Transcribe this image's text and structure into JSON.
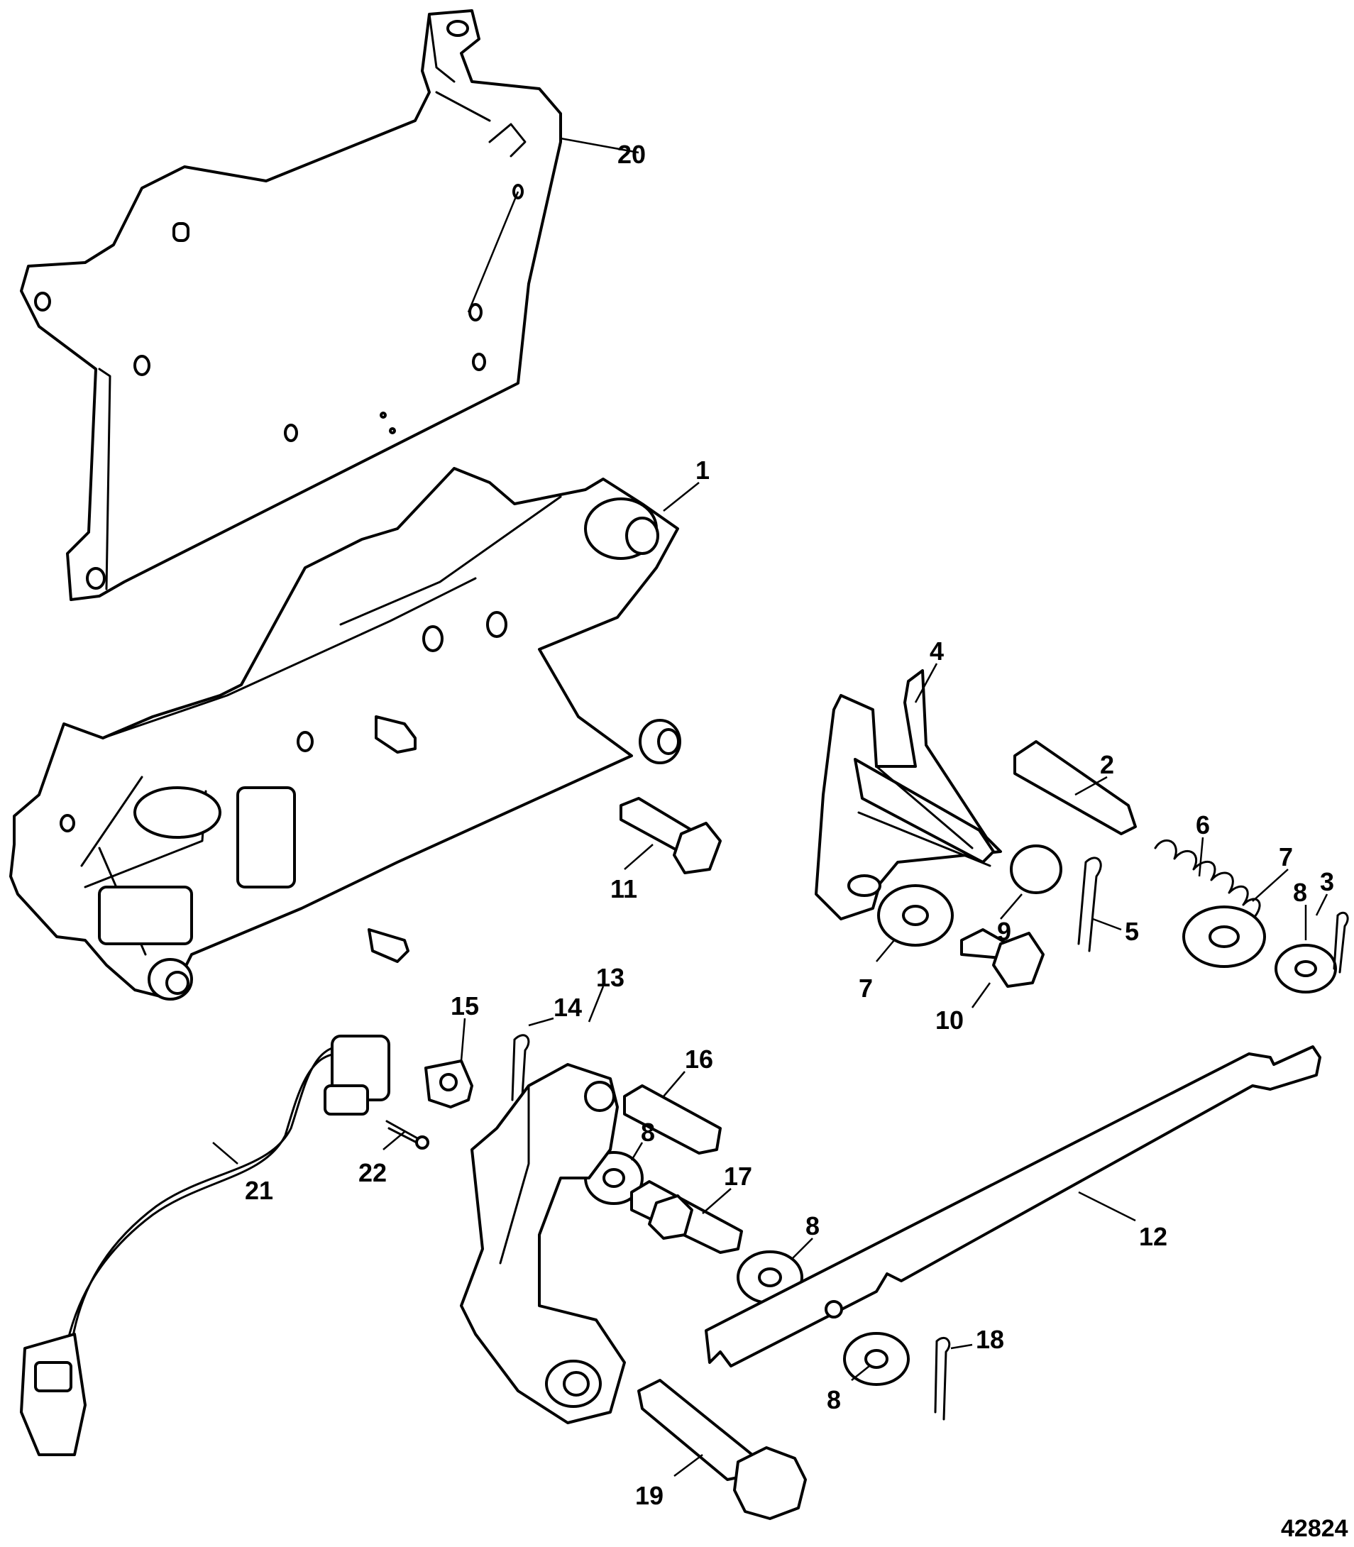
{
  "figure_number": "42824",
  "callouts": [
    "1",
    "2",
    "3",
    "4",
    "5",
    "6",
    "7",
    "7",
    "8",
    "8",
    "8",
    "8",
    "9",
    "10",
    "11",
    "12",
    "13",
    "14",
    "15",
    "16",
    "17",
    "18",
    "19",
    "20",
    "21",
    "22"
  ],
  "part_icons": {
    "bracket": "mounting-bracket-icon",
    "lever": "shift-lever-icon",
    "detent": "detent-block-icon",
    "arm": "link-arm-icon",
    "rod": "shift-rod-icon",
    "connector": "switch-connector-icon"
  }
}
